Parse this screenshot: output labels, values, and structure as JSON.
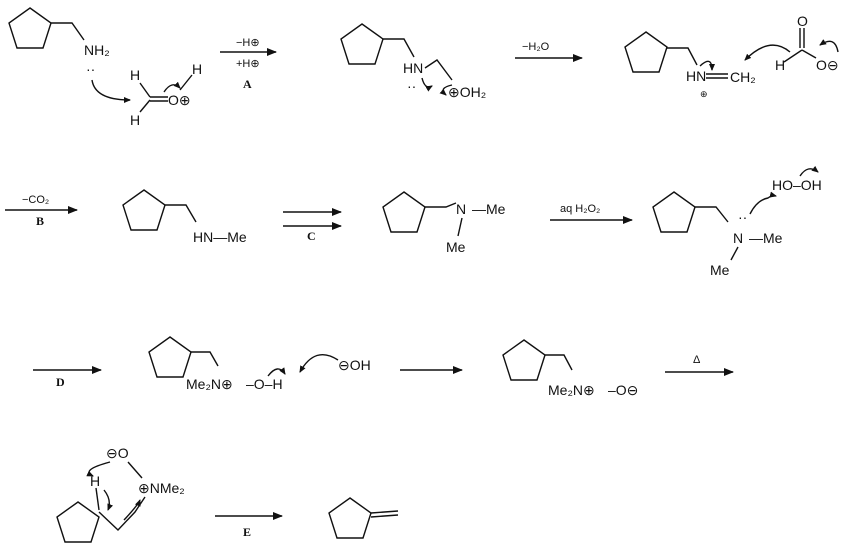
{
  "title": "Mechanism: methylation of cyclopentylmethylamine and Cope elimination",
  "step_labels": {
    "A": "A",
    "B": "B",
    "C": "C",
    "D": "D",
    "E": "E"
  },
  "reagents": {
    "minus_h": "−H⊕",
    "plus_h": "+H⊕",
    "minus_h2o": "−H₂O",
    "minus_co2": "−CO₂",
    "aq_h2o2": "aq H₂O₂",
    "heat": "Δ"
  },
  "atoms": {
    "nh2": "NH₂",
    "lone_pair": "··",
    "h": "H",
    "o_plus": "O⊕",
    "hn": "HN",
    "oh2_plus": "⊕OH₂",
    "hn_plus": "HN",
    "plus": "⊕",
    "ch2": "CH₂",
    "o": "O",
    "o_minus": "O⊖",
    "hn_me": "HN—Me",
    "n": "N",
    "me": "Me",
    "dash_me": "—Me",
    "ho_oh": "HO–OH",
    "me2n_plus": "Me₂N⊕",
    "o_dash": "–O–H",
    "hydroxide": "⊖OH",
    "n_oxide": "–O⊖",
    "minus_o": "⊖O",
    "n_plus_me2": "⊕NMe₂"
  }
}
